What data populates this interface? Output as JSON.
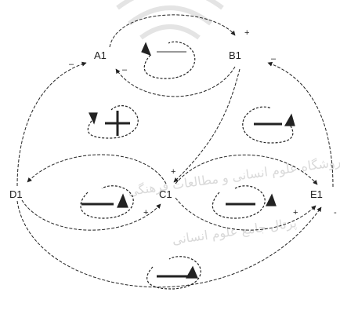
{
  "diagram": {
    "nodes": {
      "a1": "A1",
      "b1": "B1",
      "c1": "C1",
      "d1": "D1",
      "e1": "E1"
    },
    "signs": {
      "b1_top_plus": "+",
      "b1_right_minus": "–",
      "a1_left_minus": "–",
      "a1_bottom_minus": "–",
      "c1_top_plus": "+",
      "c1_left_plus": "+",
      "e1_left_plus": "+",
      "e1_right_minus": "-"
    },
    "loop_polarities": [
      "negative",
      "positive",
      "negative",
      "negative",
      "negative",
      "negative"
    ],
    "watermark": {
      "line1": "روشگاه علوم انسانی و مطالعات فرهنگی",
      "line2": "پرتال جامع علوم انسانی"
    },
    "colors": {
      "ink": "#222222",
      "watermark": "#d9d9d9"
    }
  }
}
